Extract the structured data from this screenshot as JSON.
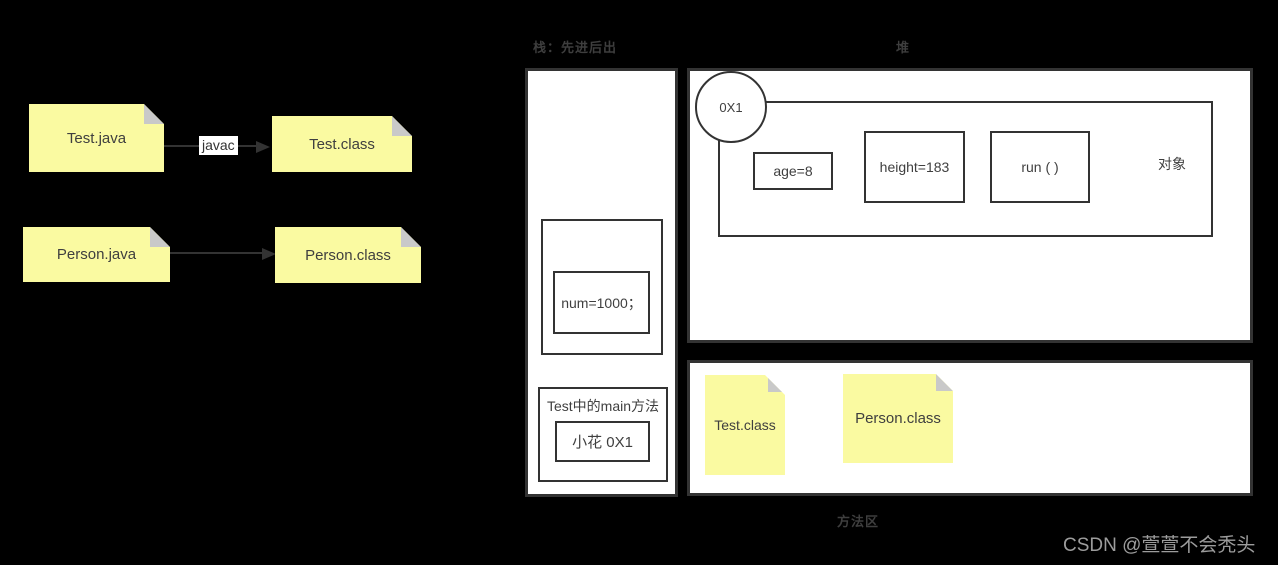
{
  "page": {
    "watermark": "CSDN @萱萱不会秃头"
  },
  "labels": {
    "stack": "栈：先进后出",
    "heap": "堆",
    "method_area": "方法区"
  },
  "compile_flow": {
    "rows": [
      {
        "source": "Test.java",
        "arrow_label": "javac",
        "target": "Test.class"
      },
      {
        "source": "Person.java",
        "arrow_label": "",
        "target": "Person.class"
      }
    ]
  },
  "stack": {
    "frames": [
      {
        "title": "",
        "content": "num=1000；"
      },
      {
        "title": "Test中的main方法",
        "content": "小花 0X1"
      }
    ]
  },
  "heap": {
    "object": {
      "ref": "0X1",
      "fields": [
        "age=8",
        "height=183",
        "run ( )"
      ],
      "label": "对象"
    }
  },
  "method_area": {
    "classes": [
      "Test.class",
      "Person.class"
    ]
  },
  "colors": {
    "note_yellow": "#fafaa1",
    "note_fold": "#c9c9c9",
    "border": "#333333",
    "panel_bg": "#ffffff",
    "dim_label": "#3e3e3e",
    "watermark": "#9c9c9c",
    "text": "#3f3f3f",
    "page_bg": "#000000"
  }
}
